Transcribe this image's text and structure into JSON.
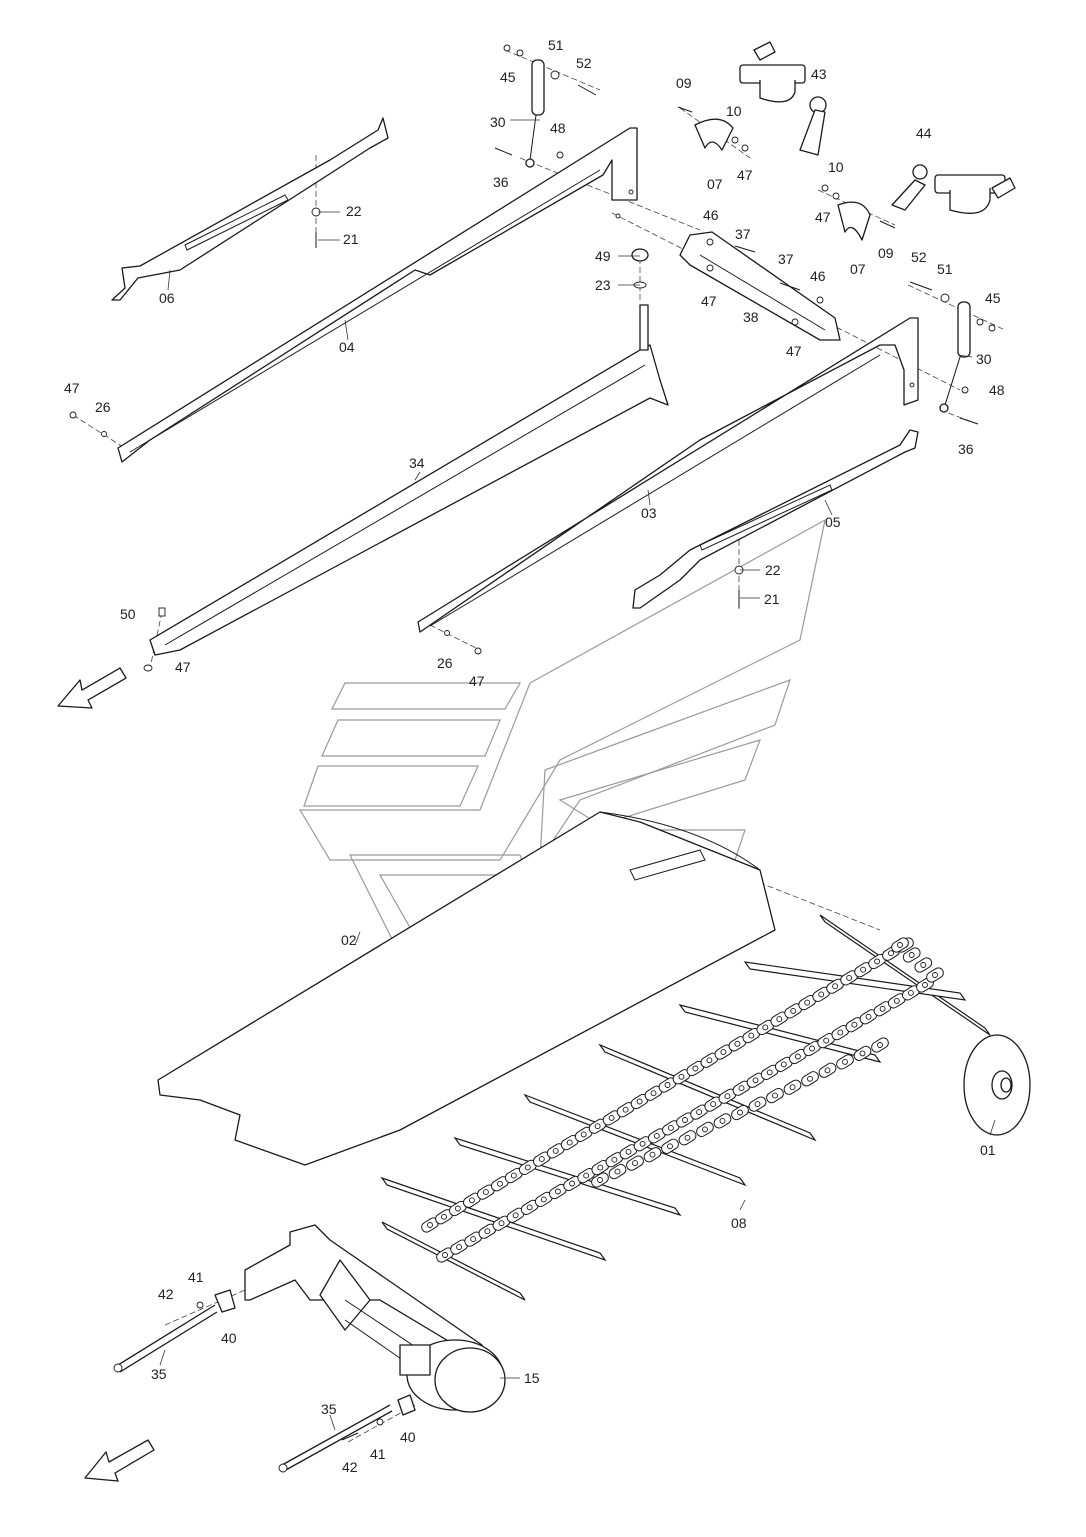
{
  "labels": {
    "p45a": "45",
    "p51a": "51",
    "p52a": "52",
    "p30a": "30",
    "p48a": "48",
    "p36a": "36",
    "p09a": "09",
    "p10a": "10",
    "p07a": "07",
    "p47a": "47",
    "p43": "43",
    "p44": "44",
    "p10b": "10",
    "p47b": "47",
    "p07b": "07",
    "p09b": "09",
    "p22a": "22",
    "p21a": "21",
    "p06": "06",
    "p04": "04",
    "p46a": "46",
    "p37a": "37",
    "p49": "49",
    "p23": "23",
    "p47c": "47",
    "p38": "38",
    "p37b": "37",
    "p46b": "46",
    "p47d": "47",
    "p52b": "52",
    "p51b": "51",
    "p45b": "45",
    "p30b": "30",
    "p48b": "48",
    "p36b": "36",
    "p47e": "47",
    "p26a": "26",
    "p34": "34",
    "p03": "03",
    "p05": "05",
    "p22b": "22",
    "p21b": "21",
    "p50": "50",
    "p47f": "47",
    "p26b": "26",
    "p47g": "47",
    "p02": "02",
    "p01": "01",
    "p08": "08",
    "p41a": "41",
    "p42a": "42",
    "p40a": "40",
    "p35a": "35",
    "p15": "15",
    "p35b": "35",
    "p40b": "40",
    "p41b": "41",
    "p42b": "42"
  }
}
